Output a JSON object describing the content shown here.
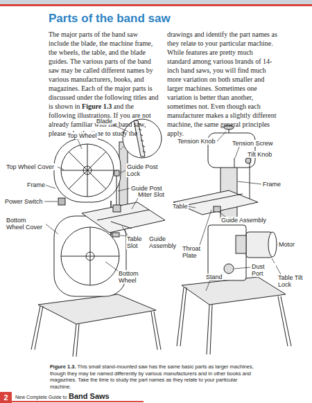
{
  "diagram": {
    "title": "Parts of the band saw",
    "caption": "This small stand-mounted saw has the same basic parts as larger machines, though they may be named differently by various manufacturers and in other books and magazines. Take the time to study the part names as they relate to your particular machine.",
    "labels": [
      "The major parts of the band saw include the blade, the machine frame, the wheels, the table, and the blade guides. The various parts of the band saw may be called different names by various manufacturers, books, and magazines. Each of the major parts is discussed under the following titles and is shown in",
      "Figure 1.3",
      "and the following illustrations. If you are not already familiar with the band saw, please take the time to study the drawings and identify the part names as they relate to your particular machine. While features are pretty much standard among various brands of 14-inch band saws, you will find much more variation on both smaller and larger machines. Sometimes one variation is better than another, sometimes not. Even though each manufacturer makes a slightly different machine, the same general principles apply.",
      "Blade",
      "Top Wheel",
      "Top Wheel Cover",
      "Frame",
      "Power Switch",
      "Bottom Wheel Cover",
      "Guide Post Lock",
      "Guide Post",
      "Miter Slot",
      "Table Slot",
      "Guide Assembly",
      "Bottom Wheel",
      "Tension Knob",
      "Tension Screw",
      "Tilt Knob",
      "Frame",
      "Table",
      "Guide Assembly",
      "Motor",
      "Throat Plate",
      "Dust Port",
      "Stand",
      "Table Tilt Lock",
      "Figure 1.3.",
      "2",
      "New Complete Guide to",
      "Band Saws"
    ]
  }
}
